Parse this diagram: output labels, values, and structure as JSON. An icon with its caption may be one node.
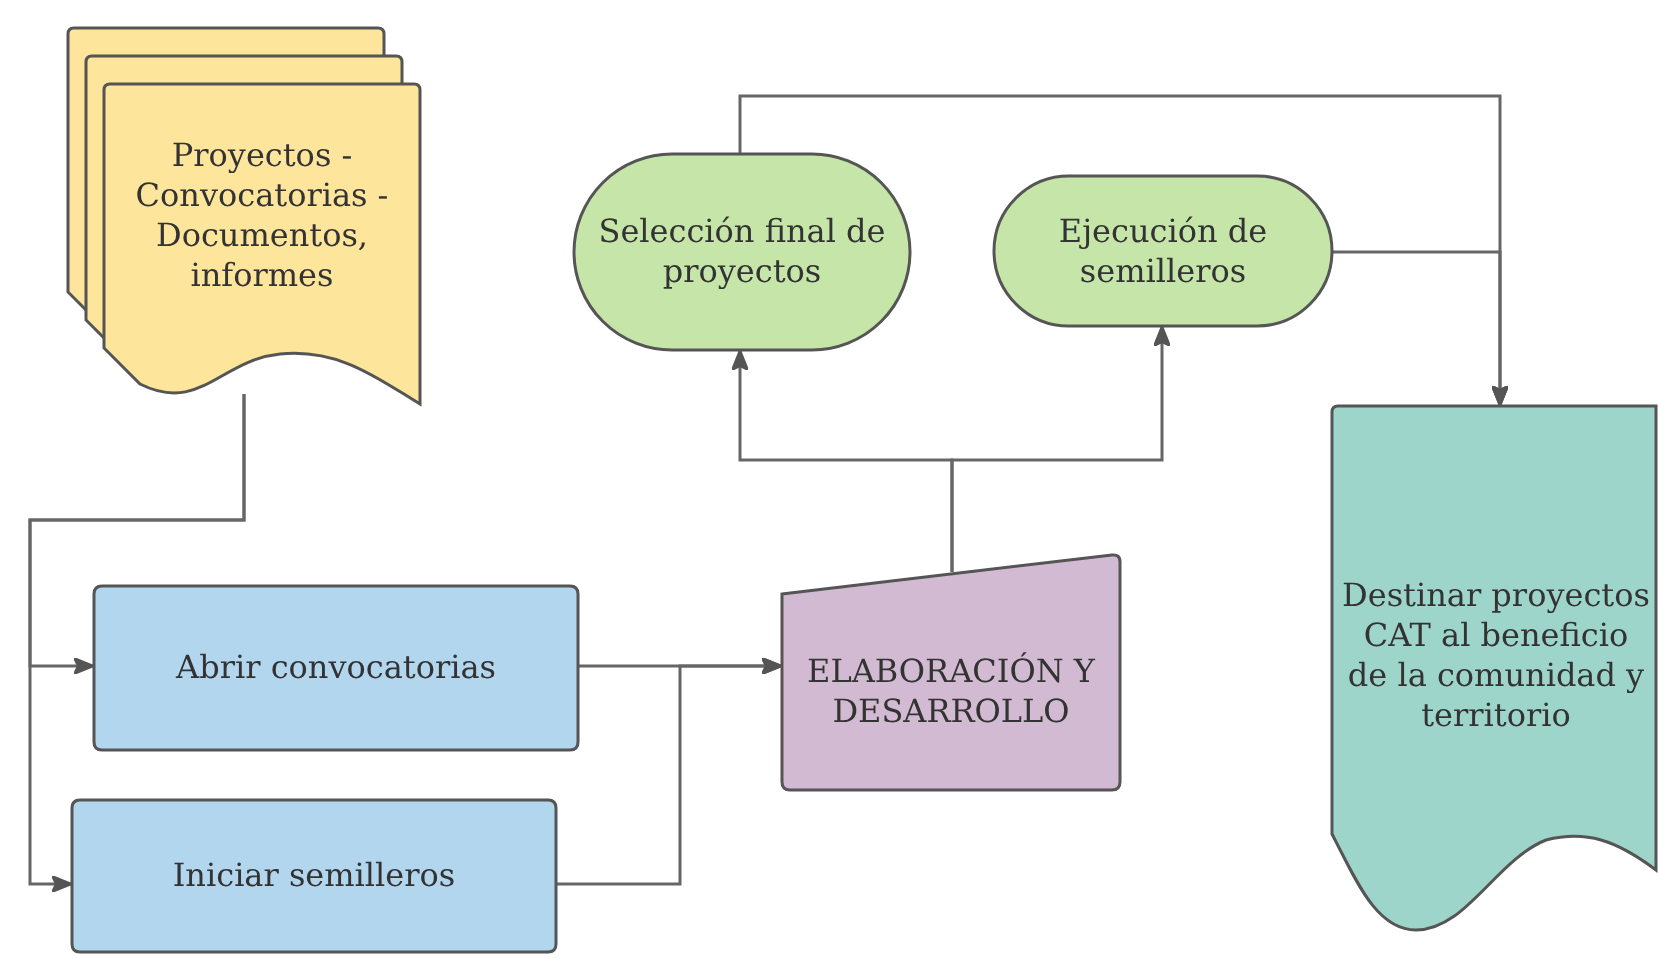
{
  "diagram": {
    "nodes": [
      {
        "text": [
          "Proyectos - Convocatorias - Documentos, informes"
        ]
      },
      {
        "text": [
          "Selección final de proyectos"
        ]
      },
      {
        "text": [
          "Ejecución de semilleros"
        ]
      },
      {
        "text": [
          "Abrir convocatorias"
        ]
      },
      {
        "text": [
          "ELABORACIÓN Y DESARROLLO"
        ]
      },
      {
        "text": [
          "Iniciar semilleros"
        ]
      },
      {
        "text": [
          "Destinar proyectos CAT al beneficio de la comunidad y territorio"
        ]
      }
    ],
    "edges": [
      {
        "from": 0,
        "to": 3,
        "arrow": "to"
      },
      {
        "from": 0,
        "to": 5,
        "arrow": "to"
      },
      {
        "from": 3,
        "to": 4,
        "arrow": "to"
      },
      {
        "from": 5,
        "to": 4,
        "arrow": "to"
      },
      {
        "from": 4,
        "to": 1,
        "arrow": "to"
      },
      {
        "from": 4,
        "to": 2,
        "arrow": "to"
      },
      {
        "from": 1,
        "to": 6,
        "arrow": "to"
      },
      {
        "from": 2,
        "to": 6,
        "arrow": "to"
      }
    ]
  }
}
